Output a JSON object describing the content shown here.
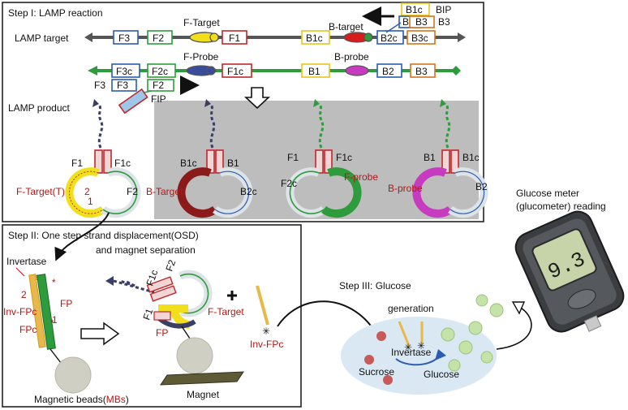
{
  "step1": {
    "title": "Step I: LAMP reaction",
    "lamp_target": "LAMP target",
    "lamp_product": "LAMP product",
    "f_target": "F-Target",
    "b_target": "B-target",
    "f_probe": "F-Probe",
    "b_probe": "B-probe",
    "bip": "BIP",
    "fip": "FIP",
    "seg": {
      "F3": "F3",
      "F2": "F2",
      "F1": "F1",
      "B1c": "B1c",
      "B2c": "B2c",
      "B3c": "B3c",
      "F3c": "F3c",
      "F2c": "F2c",
      "F1c": "F1c",
      "B1": "B1",
      "B2": "B2",
      "B3": "B3"
    },
    "products": [
      {
        "left": "F1",
        "right": "F1c",
        "bottom_left": "F-Target(T)",
        "bottom_right": "F2",
        "inner1": "2",
        "inner2": "1"
      },
      {
        "left": "B1c",
        "right": "B1",
        "bottom_left": "B-Target",
        "bottom_right": "B2c"
      },
      {
        "left": "F1",
        "right": "F1c",
        "bottom_left": "F2c",
        "bottom_right": "F-probe"
      },
      {
        "left": "B1",
        "right": "B1c",
        "bottom_left": "B-probe",
        "bottom_right": "B2"
      }
    ]
  },
  "step2": {
    "title_line1": "Step II: One step strand displacement(OSD)",
    "title_line2": "and magnet separation",
    "invertase": "Invertase",
    "num2": "2",
    "num1": "1",
    "inv_fpc": "Inv-FPc",
    "fp": "FP",
    "fpc": "FPc",
    "f1c": "F1c",
    "f2": "F2",
    "f1": "F1",
    "fp2": "FP",
    "f_target": "F-Target",
    "magnet": "Magnet",
    "inv_fpc2": "Inv-FPc",
    "beads_prefix": "Magnetic beads(",
    "beads_mbs": "MBs",
    "beads_suffix": ")"
  },
  "step3": {
    "title": "Step III: Glucose",
    "generation": "generation",
    "invertase": "Invertase",
    "sucrose": "Sucrose",
    "glucose": "Glucose"
  },
  "meter": {
    "label_line1": "Glucose meter",
    "label_line2": "(glucometer) reading",
    "display_value": "9.3"
  }
}
